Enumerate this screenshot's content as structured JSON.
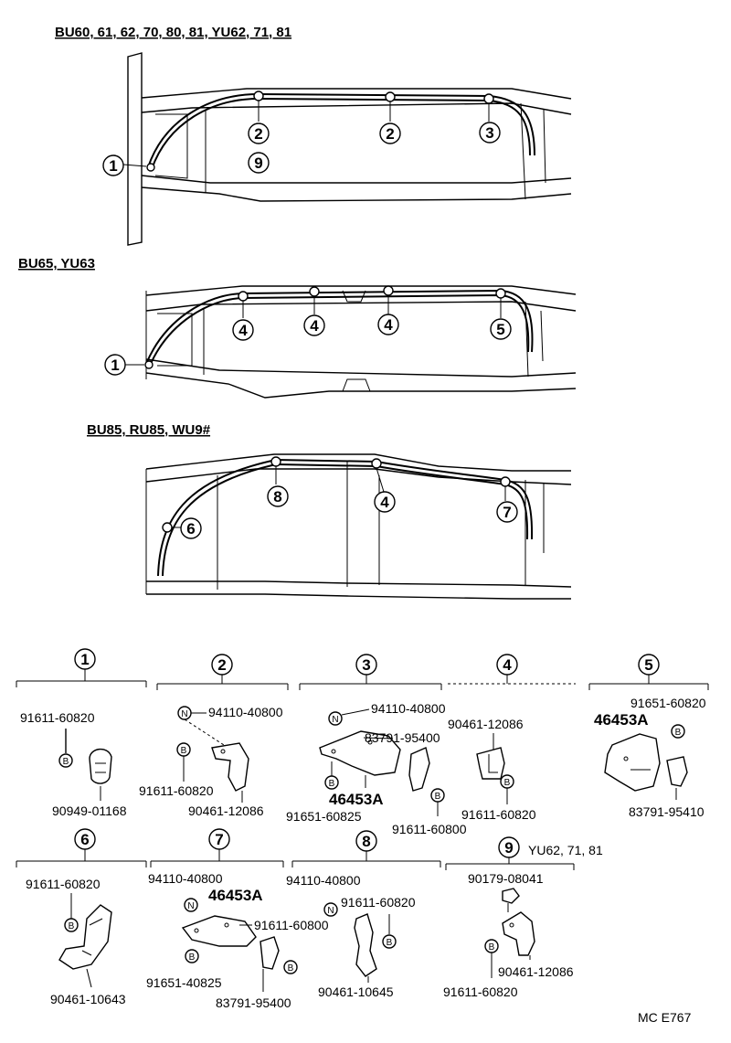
{
  "diagram1": {
    "title": "BU60, 61, 62, 70, 80, 81, YU62, 71, 81",
    "callouts": [
      "1",
      "2",
      "9",
      "2",
      "3"
    ]
  },
  "diagram2": {
    "title": "BU65, YU63",
    "callouts": [
      "1",
      "4",
      "4",
      "4",
      "5"
    ]
  },
  "diagram3": {
    "title": "BU85, RU85, WU9#",
    "callouts": [
      "6",
      "8",
      "4",
      "7"
    ]
  },
  "parts": {
    "p1": {
      "num": "1",
      "pn": [
        "91611-60820",
        "90949-01168"
      ],
      "marks": [
        "B"
      ]
    },
    "p2": {
      "num": "2",
      "pn": [
        "94110-40800",
        "91611-60820",
        "90461-12086"
      ],
      "marks": [
        "N",
        "B"
      ]
    },
    "p3": {
      "num": "3",
      "pn": [
        "94110-40800",
        "83791-95400",
        "46453A",
        "91651-60825",
        "91611-60800"
      ],
      "marks": [
        "N",
        "B",
        "B"
      ]
    },
    "p4": {
      "num": "4",
      "pn": [
        "90461-12086",
        "91611-60820"
      ],
      "marks": [
        "B"
      ]
    },
    "p5": {
      "num": "5",
      "pn": [
        "91651-60820",
        "46453A",
        "83791-95410"
      ],
      "marks": [
        "B"
      ]
    },
    "p6": {
      "num": "6",
      "pn": [
        "91611-60820",
        "90461-10643"
      ],
      "marks": [
        "B"
      ]
    },
    "p7": {
      "num": "7",
      "pn": [
        "94110-40800",
        "46453A",
        "91611-60800",
        "91651-40825",
        "83791-95400"
      ],
      "marks": [
        "N",
        "B",
        "B"
      ]
    },
    "p8": {
      "num": "8",
      "pn": [
        "94110-40800",
        "91611-60820",
        "90461-10645"
      ],
      "marks": [
        "N",
        "B"
      ]
    },
    "p9": {
      "num": "9",
      "note": "YU62, 71, 81",
      "pn": [
        "90179-08041",
        "90461-12086",
        "91611-60820"
      ],
      "marks": [
        "B"
      ]
    }
  },
  "footer": {
    "code": "MC E767"
  }
}
